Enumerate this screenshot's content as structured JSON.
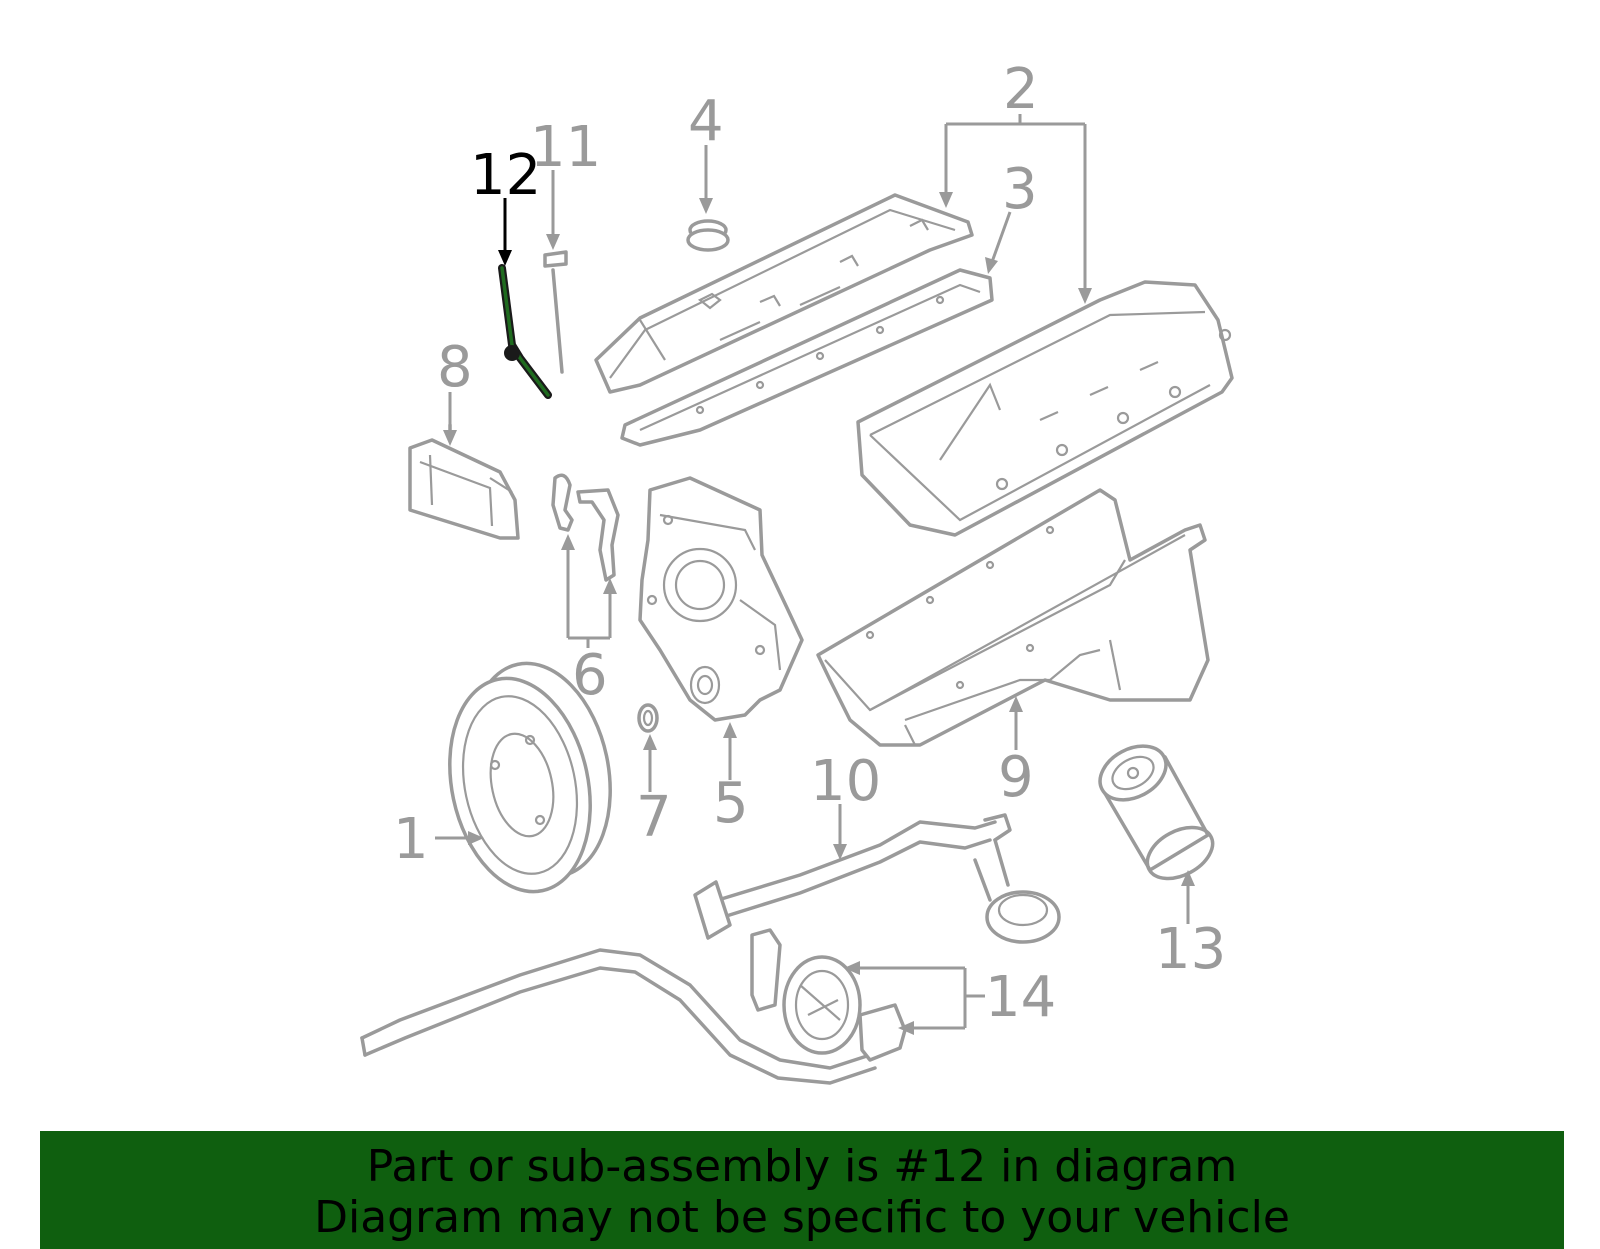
{
  "callouts": {
    "c1": "1",
    "c2": "2",
    "c3": "3",
    "c4": "4",
    "c5": "5",
    "c6": "6",
    "c7": "7",
    "c8": "8",
    "c9": "9",
    "c10": "10",
    "c11": "11",
    "c12": "12",
    "c13": "13",
    "c14": "14"
  },
  "highlighted_part": "12",
  "banner": {
    "line1": "Part or sub-assembly is #12 in diagram",
    "line2": "Diagram may not be specific to your vehicle"
  },
  "colors": {
    "part_line": "#9a9a9a",
    "highlight": "#000000",
    "banner_bg": "#0f5f0f",
    "banner_text": "#000000"
  }
}
